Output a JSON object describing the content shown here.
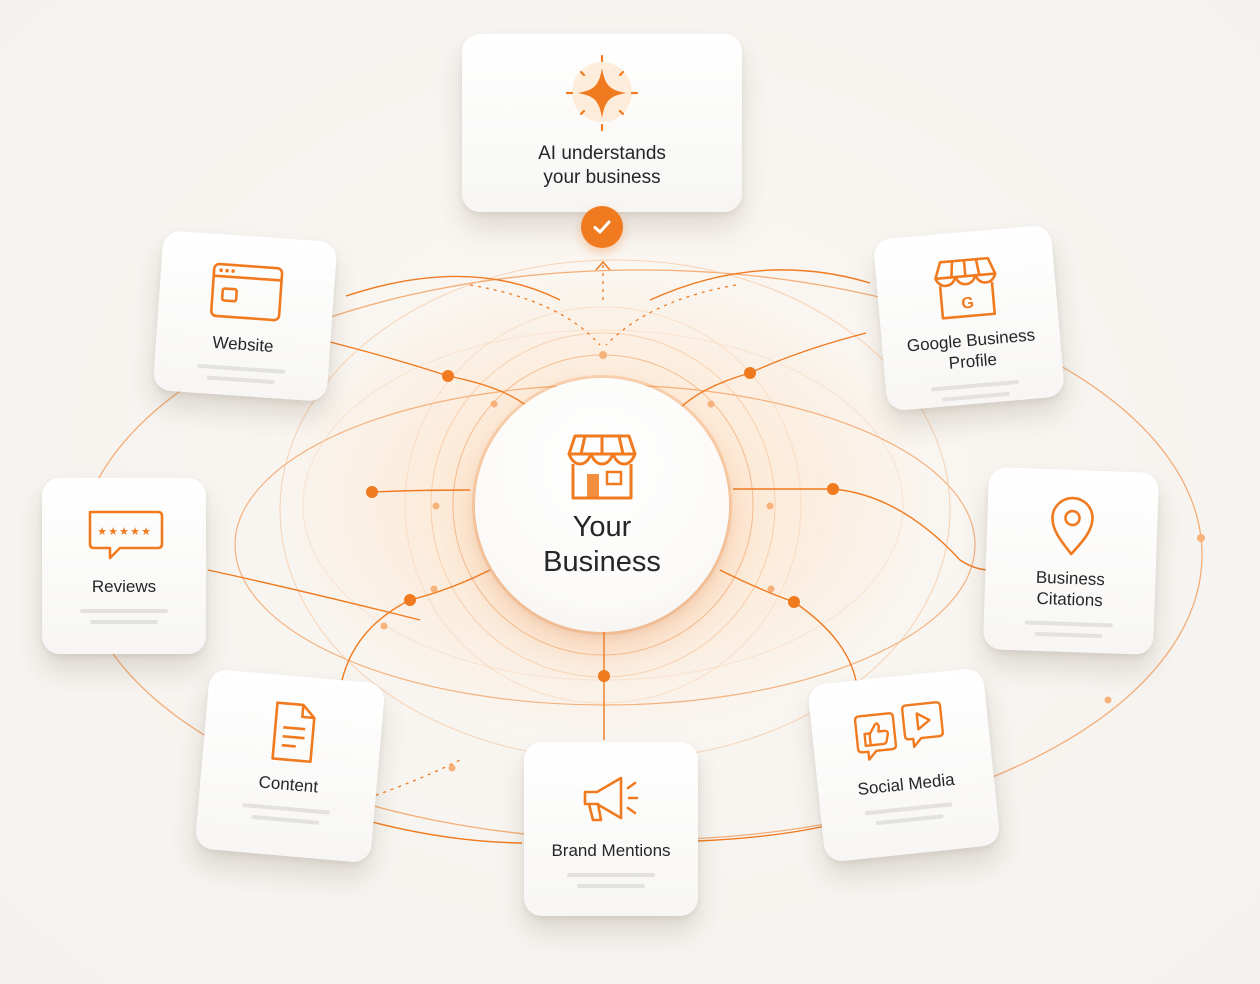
{
  "top": {
    "label": "AI understands\nyour business",
    "icon": "sparkle-icon",
    "badge_icon": "check-icon"
  },
  "hub": {
    "title": "Your\nBusiness",
    "icon": "storefront-icon"
  },
  "nodes": {
    "website": {
      "label": "Website",
      "icon": "browser-window-icon"
    },
    "google": {
      "label": "Google Business\nProfile",
      "icon": "google-store-icon"
    },
    "reviews": {
      "label": "Reviews",
      "icon": "star-review-icon"
    },
    "citations": {
      "label": "Business\nCitations",
      "icon": "map-pin-icon"
    },
    "content": {
      "label": "Content",
      "icon": "document-icon"
    },
    "brand": {
      "label": "Brand Mentions",
      "icon": "megaphone-icon"
    },
    "social": {
      "label": "Social Media",
      "icon": "thumbs-up-play-icon"
    }
  },
  "colors": {
    "accent": "#f07a1f",
    "accent_light": "#f6b27a",
    "background": "#f8f5f1",
    "card": "#ffffff",
    "text": "#262626"
  }
}
